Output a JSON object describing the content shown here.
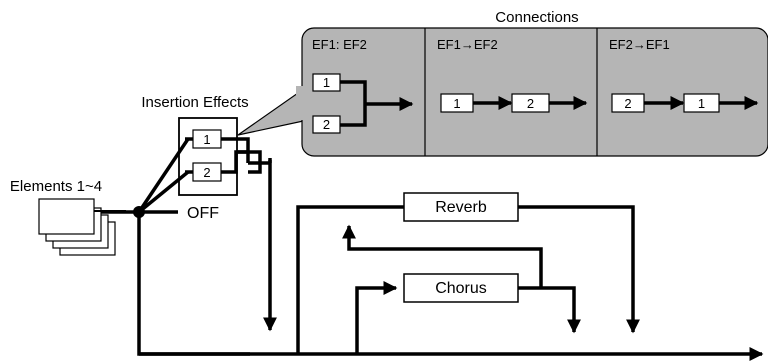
{
  "title": "Connections",
  "panels": [
    {
      "label": "EF1: EF2"
    },
    {
      "label": "EF1→EF2"
    },
    {
      "label": "EF2→EF1"
    }
  ],
  "insertion": {
    "label": "Insertion Effects",
    "slot1": "1",
    "slot2": "2"
  },
  "elements_label": "Elements 1~4",
  "off_label": "OFF",
  "reverb_label": "Reverb",
  "chorus_label": "Chorus",
  "colors": {
    "panel_fill": "#b5b5b5",
    "panel_stroke": "#000000",
    "line": "#000000"
  }
}
